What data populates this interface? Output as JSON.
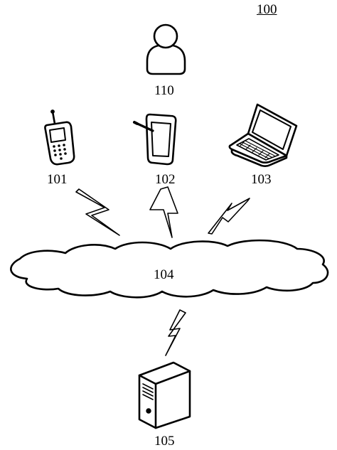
{
  "figure": {
    "reference": "100"
  },
  "nodes": {
    "user": {
      "label": "110",
      "icon": "user-icon"
    },
    "phone": {
      "label": "101",
      "icon": "mobile-phone-icon"
    },
    "tablet": {
      "label": "102",
      "icon": "tablet-icon"
    },
    "laptop": {
      "label": "103",
      "icon": "laptop-icon"
    },
    "network": {
      "label": "104",
      "icon": "cloud-icon"
    },
    "server": {
      "label": "105",
      "icon": "server-icon"
    }
  },
  "links": [
    {
      "from": "101",
      "to": "104",
      "icon": "wireless-link-icon"
    },
    {
      "from": "102",
      "to": "104",
      "icon": "wireless-link-icon"
    },
    {
      "from": "103",
      "to": "104",
      "icon": "wireless-link-icon"
    },
    {
      "from": "104",
      "to": "105",
      "icon": "wireless-link-icon"
    }
  ]
}
